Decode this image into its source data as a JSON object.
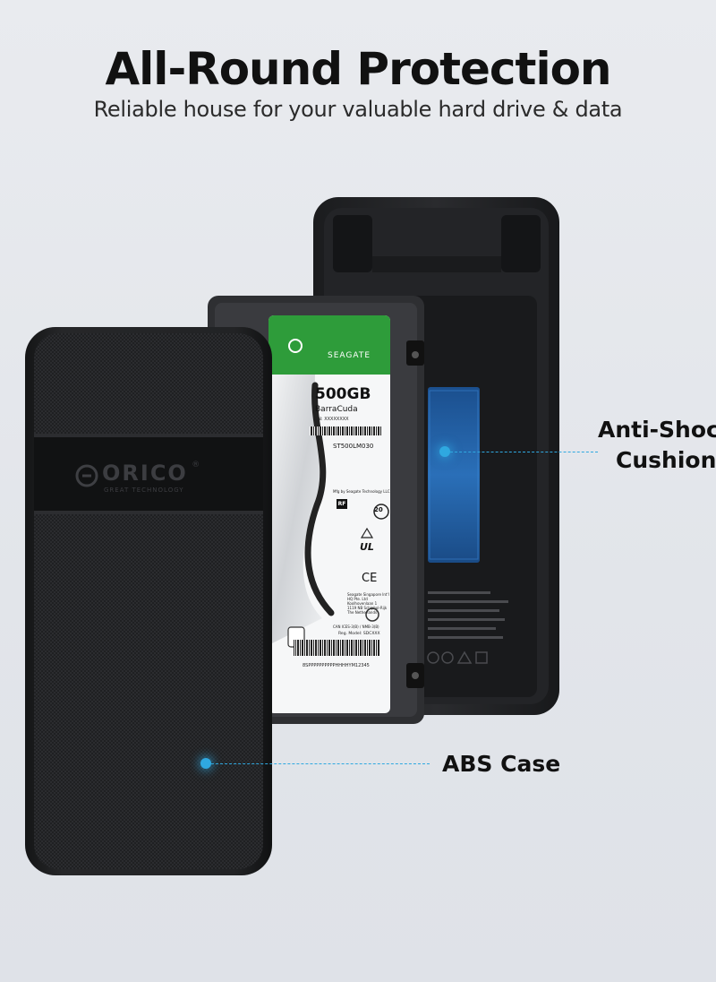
{
  "header": {
    "title": "All-Round Protection",
    "subtitle": "Reliable house for your valuable hard drive & data"
  },
  "callouts": {
    "cushion_line1": "Anti-Shoc",
    "cushion_line2": "Cushion",
    "case_label": "ABS Case"
  },
  "drive": {
    "brand": "SEAGATE",
    "capacity": "500GB",
    "model_family": "BarraCuda",
    "serial_label": "SN: XXXXXXXX",
    "model_number": "ST500LM030",
    "maker_line": "Mfg by Seagate Technology LLC",
    "address": [
      "Seagate Singapore Int'l",
      "HQ Pte. Ltd",
      "Koolhovenlaan 1",
      "1119 NB Schiphol-Rijk",
      "The Netherlands"
    ],
    "can_line": "CAN ICES-3(B) / NMB-3(B)",
    "reg_model": "Reg. Model: SDCXXX",
    "barcode_text": "8SPPPPPPPPPPHHHHYM12345",
    "ce_mark": "CE",
    "ul_mark": "UL",
    "rf_mark": "RF",
    "cert_20": "20"
  },
  "case": {
    "logo": "ORICO",
    "logo_mark": "®",
    "tagline": "GREAT TECHNOLOGY"
  },
  "colors": {
    "accent": "#2fa8e0",
    "seagate_green": "#2e9c3a",
    "case_black": "#1c1d1f",
    "cushion_blue": "#1f66b0"
  }
}
